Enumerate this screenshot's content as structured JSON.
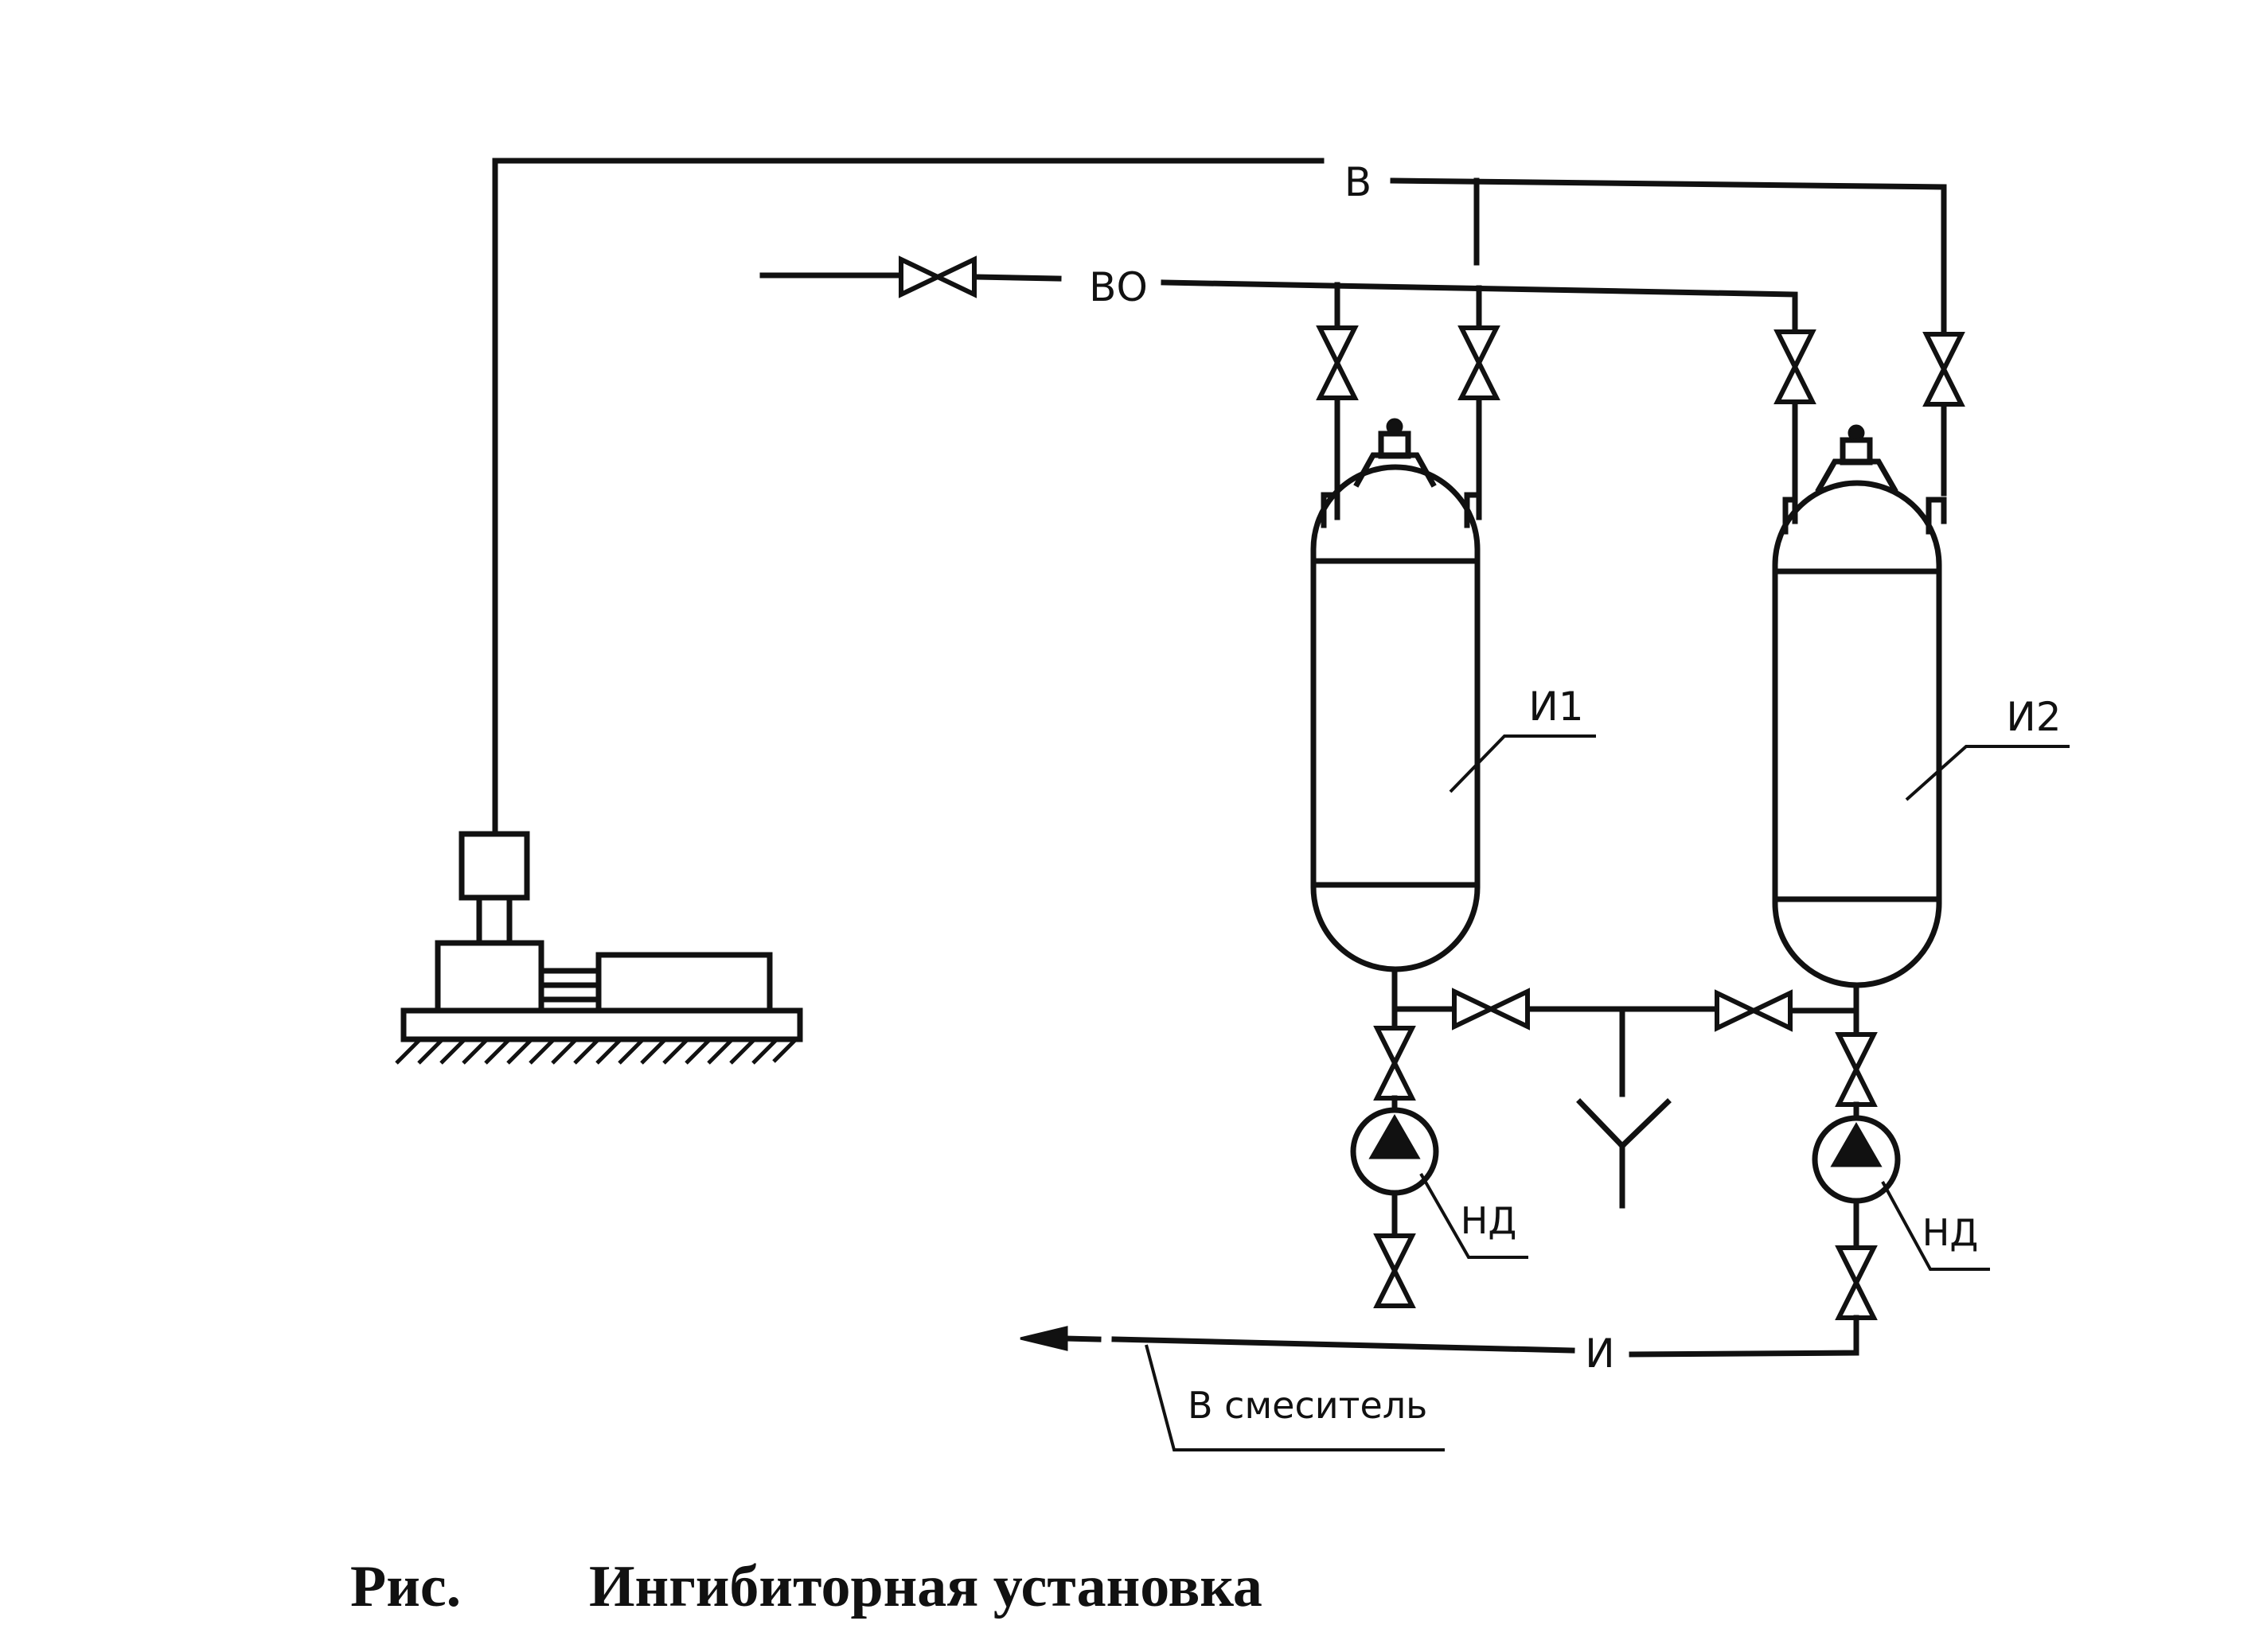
{
  "labels": {
    "line_v": "В",
    "line_vo": "ВО",
    "line_i": "И",
    "vessel_1": "И1",
    "vessel_2": "И2",
    "pump_1": "НД",
    "pump_2": "НД",
    "outlet": "В смеситель"
  },
  "caption": {
    "prefix": "Рис.",
    "title": "Ингибиторная установка"
  }
}
